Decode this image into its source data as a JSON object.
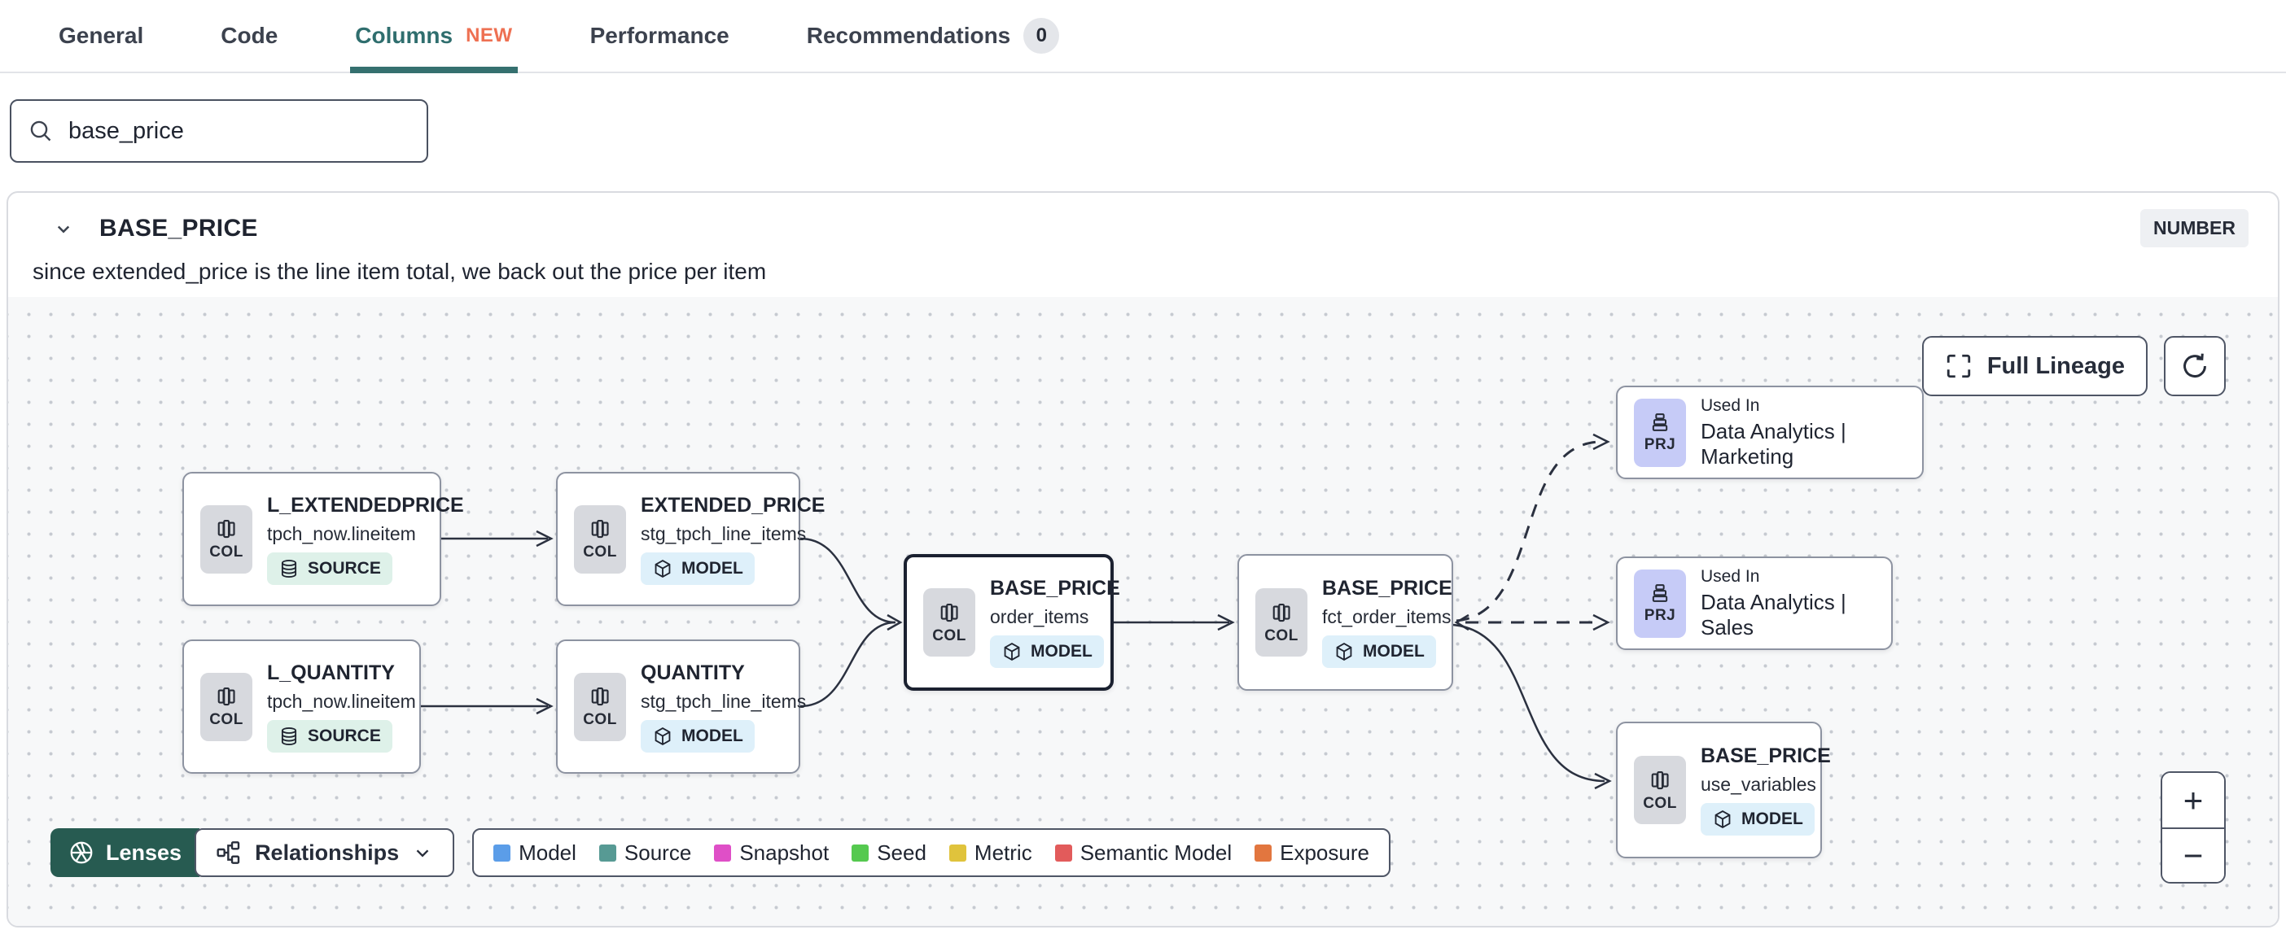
{
  "tabs": {
    "items": [
      {
        "label": "General"
      },
      {
        "label": "Code"
      },
      {
        "label": "Columns",
        "badge": "NEW",
        "active": true
      },
      {
        "label": "Performance"
      },
      {
        "label": "Recommendations",
        "count": "0"
      }
    ]
  },
  "search": {
    "value": "base_price"
  },
  "column_panel": {
    "title": "BASE_PRICE",
    "type_badge": "NUMBER",
    "description": "since extended_price is the line item total, we back out the price per item"
  },
  "lineage": {
    "toolbar": {
      "full_lineage_label": "Full Lineage",
      "refresh_icon": "refresh-icon"
    },
    "nodes": [
      {
        "kind": "column",
        "col_label": "COL",
        "title": "L_EXTENDEDPRICE",
        "subtitle": "tpch_now.lineitem",
        "badge": "SOURCE"
      },
      {
        "kind": "column",
        "col_label": "COL",
        "title": "EXTENDED_PRICE",
        "subtitle": "stg_tpch_line_items",
        "badge": "MODEL"
      },
      {
        "kind": "column",
        "col_label": "COL",
        "title": "L_QUANTITY",
        "subtitle": "tpch_now.lineitem",
        "badge": "SOURCE"
      },
      {
        "kind": "column",
        "col_label": "COL",
        "title": "QUANTITY",
        "subtitle": "stg_tpch_line_items",
        "badge": "MODEL"
      },
      {
        "kind": "column",
        "col_label": "COL",
        "title": "BASE_PRICE",
        "subtitle": "order_items",
        "badge": "MODEL",
        "selected": true
      },
      {
        "kind": "column",
        "col_label": "COL",
        "title": "BASE_PRICE",
        "subtitle": "fct_order_items",
        "badge": "MODEL"
      },
      {
        "kind": "project",
        "prj_label": "PRJ",
        "used_in_label": "Used In",
        "title": "Data Analytics | Marketing"
      },
      {
        "kind": "project",
        "prj_label": "PRJ",
        "used_in_label": "Used In",
        "title": "Data Analytics | Sales"
      },
      {
        "kind": "column",
        "col_label": "COL",
        "title": "BASE_PRICE",
        "subtitle": "use_variables",
        "badge": "MODEL"
      }
    ],
    "controls": {
      "lenses_label": "Lenses",
      "relationships_label": "Relationships",
      "zoom_in_label": "+",
      "zoom_out_label": "−"
    },
    "legend": [
      {
        "label": "Model",
        "color": "#5b9de8"
      },
      {
        "label": "Source",
        "color": "#579a94"
      },
      {
        "label": "Snapshot",
        "color": "#df4fc7"
      },
      {
        "label": "Seed",
        "color": "#55c94f"
      },
      {
        "label": "Metric",
        "color": "#e0c33c"
      },
      {
        "label": "Semantic Model",
        "color": "#e25b5b"
      },
      {
        "label": "Exposure",
        "color": "#e2763f"
      }
    ],
    "colors": {
      "active_tab": "#2f6e6e",
      "new_badge": "#ee7052",
      "lenses_button": "#275b51",
      "source_badge_bg": "#def1e9",
      "model_badge_bg": "#def0fa",
      "prj_badge_bg": "#c6cbf7",
      "edge": "#2b3140"
    }
  }
}
